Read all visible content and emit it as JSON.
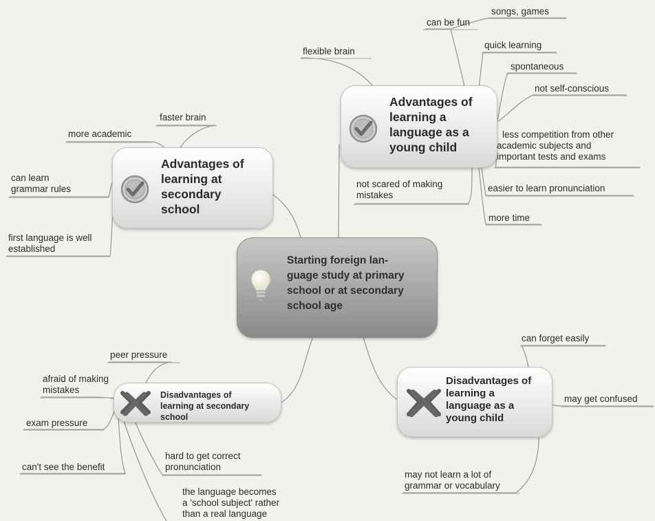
{
  "central": {
    "lines": [
      "Starting foreign lan-",
      "guage study at primary",
      "school or at secondary",
      "school age"
    ],
    "icon": "lightbulb-icon"
  },
  "branches": {
    "adv_young": {
      "title_lines": [
        "Advantages of",
        "learning a",
        "language as a",
        "young child"
      ],
      "icon": "checkmark-icon",
      "leaves": {
        "can_be_fun": "can be fun",
        "songs_games": "songs, games",
        "flexible_brain": "flexible brain",
        "quick_learning": "quick learning",
        "spontaneous": "spontaneous",
        "not_self_conscious": "not self-conscious",
        "less_competition": [
          "less competition from other",
          "academic subjects and",
          "important tests and exams"
        ],
        "not_scared": [
          "not scared of making",
          "mistakes"
        ],
        "easier_pronunciation": "easier to learn pronunciation",
        "more_time": "more time"
      }
    },
    "adv_secondary": {
      "title_lines": [
        "Advantages of",
        "learning at",
        "secondary",
        "school"
      ],
      "icon": "checkmark-icon",
      "leaves": {
        "faster_brain": "faster brain",
        "more_academic": "more academic",
        "grammar_rules": [
          "can learn",
          "grammar rules"
        ],
        "first_language": [
          "first language is well",
          "established"
        ]
      }
    },
    "disadv_secondary": {
      "title_lines": [
        "Disadvantages of",
        "learning at secondary",
        "school"
      ],
      "icon": "cross-icon",
      "leaves": {
        "peer_pressure": "peer pressure",
        "afraid_mistakes": [
          "afraid of making",
          "mistakes"
        ],
        "exam_pressure": "exam pressure",
        "cant_see_benefit": "can't see the benefit",
        "hard_pronunciation": [
          "hard to get correct",
          "pronunciation"
        ],
        "school_subject": [
          "the language becomes",
          "a 'school subject' rather",
          "than a real language"
        ]
      }
    },
    "disadv_young": {
      "title_lines": [
        "Disadvantages of",
        "learning a",
        "language as a",
        "young child"
      ],
      "icon": "cross-icon",
      "leaves": {
        "forget_easily": "can forget easily",
        "get_confused": "may get confused",
        "not_learn_grammar": [
          "may not learn a lot of",
          "grammar or vocabulary"
        ]
      }
    }
  },
  "colors": {
    "background": "#f3f1ec",
    "connector": "#9a9a9a",
    "underline": "#a8a8a8",
    "node_fill": "#e9e9e9",
    "center_fill": "#a9a9a9"
  }
}
